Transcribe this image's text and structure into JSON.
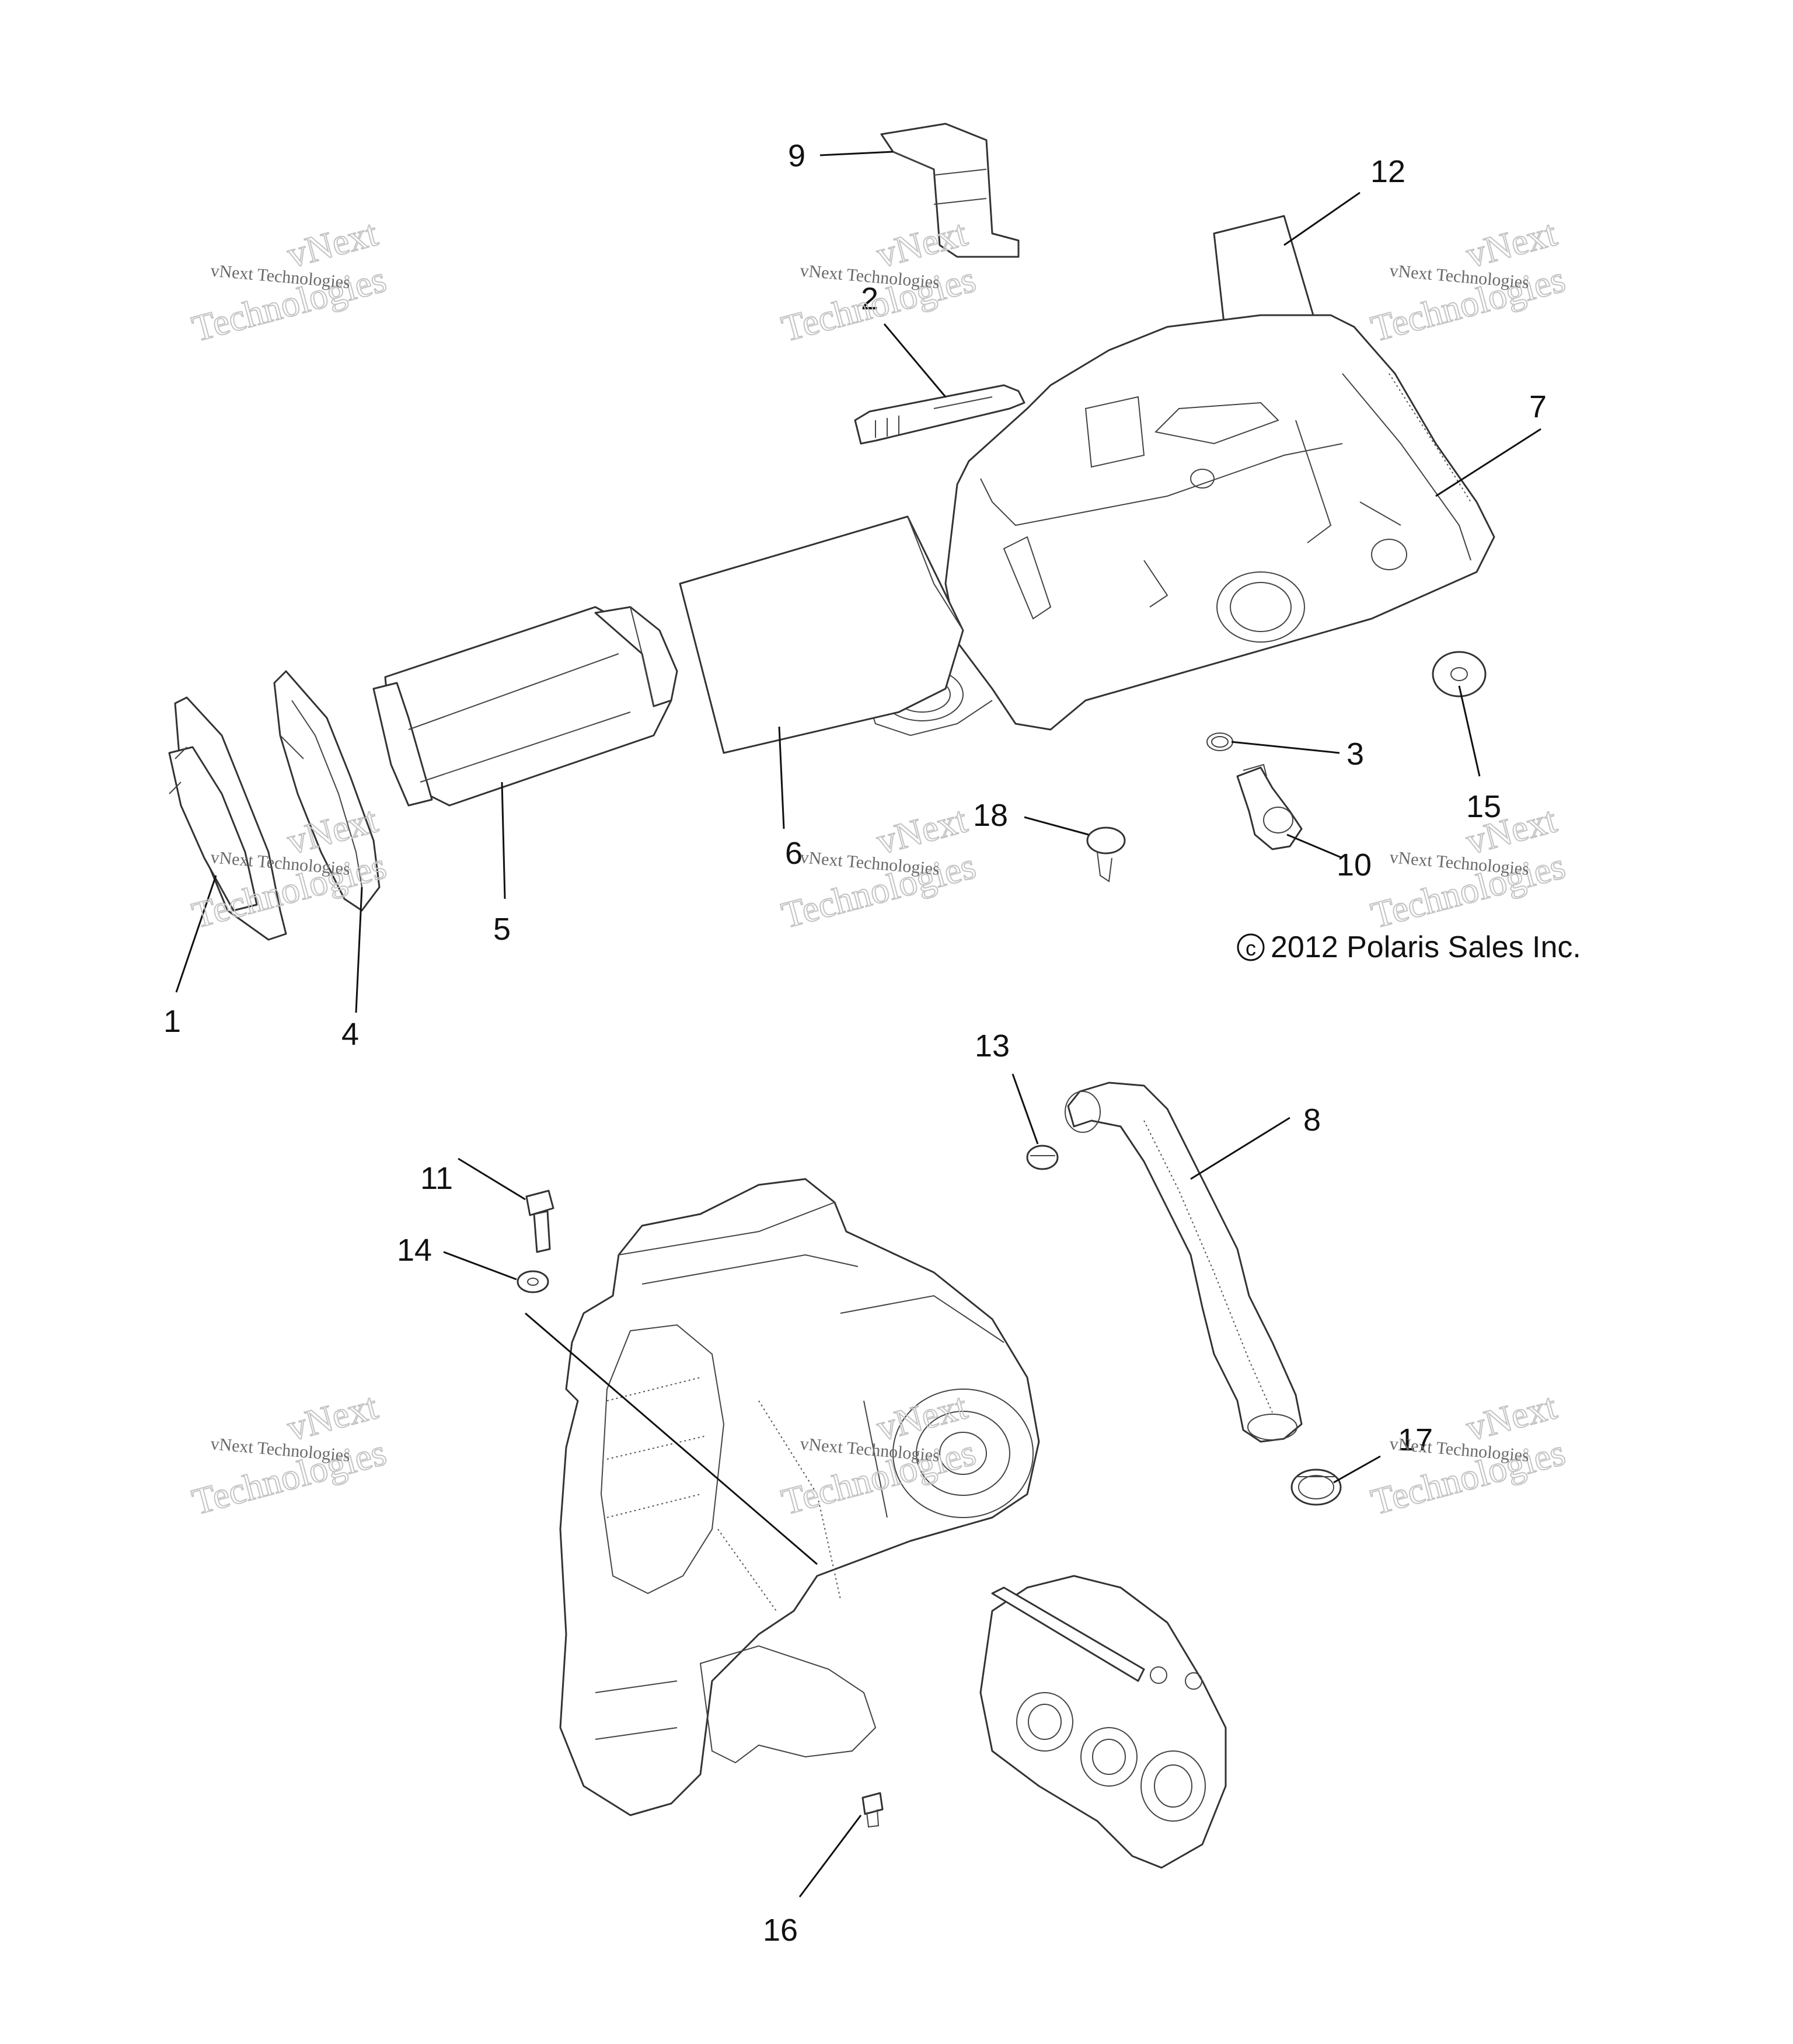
{
  "callouts": [
    {
      "id": "1",
      "text": "1"
    },
    {
      "id": "2",
      "text": "2"
    },
    {
      "id": "3",
      "text": "3"
    },
    {
      "id": "4",
      "text": "4"
    },
    {
      "id": "5",
      "text": "5"
    },
    {
      "id": "6",
      "text": "6"
    },
    {
      "id": "7",
      "text": "7"
    },
    {
      "id": "8",
      "text": "8"
    },
    {
      "id": "9",
      "text": "9"
    },
    {
      "id": "10",
      "text": "10"
    },
    {
      "id": "11",
      "text": "11"
    },
    {
      "id": "12",
      "text": "12"
    },
    {
      "id": "13",
      "text": "13"
    },
    {
      "id": "14",
      "text": "14"
    },
    {
      "id": "15",
      "text": "15"
    },
    {
      "id": "16",
      "text": "16"
    },
    {
      "id": "17",
      "text": "17"
    },
    {
      "id": "18",
      "text": "18"
    }
  ],
  "copyright": "2012 Polaris Sales Inc.",
  "copyright_symbol": "c",
  "watermark": {
    "small": "vNext Technologies",
    "big_top": "vNext",
    "big_bottom": "Technologies"
  }
}
